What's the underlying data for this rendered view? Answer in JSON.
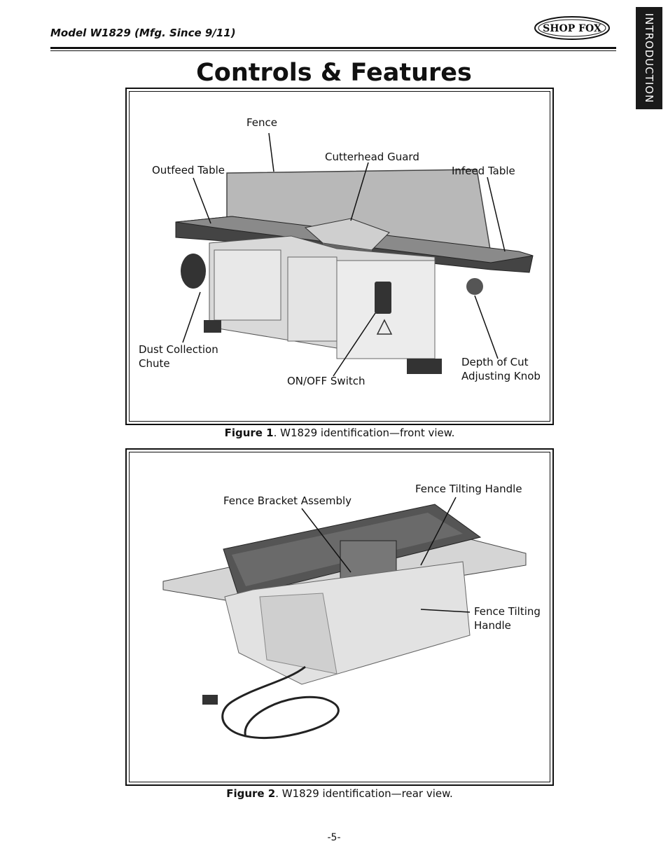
{
  "header": {
    "model_text": "Model W1829 (Mfg. Since 9/11)",
    "logo_text": "SHOP FOX",
    "section_tab": "INTRODUCTION"
  },
  "page_title": "Controls & Features",
  "figure1": {
    "labels": {
      "fence": "Fence",
      "cutterhead_guard": "Cutterhead Guard",
      "outfeed_table": "Outfeed Table",
      "infeed_table": "Infeed Table",
      "dust_collection_1": "Dust Collection",
      "dust_collection_2": "Chute",
      "on_off_switch": "ON/OFF Switch",
      "depth_knob_1": "Depth of Cut",
      "depth_knob_2": "Adjusting Knob"
    },
    "caption_bold": "Figure 1",
    "caption_rest": ". W1829 identification—front view."
  },
  "figure2": {
    "labels": {
      "fence_bracket": "Fence Bracket Assembly",
      "fence_tilting_top": "Fence Tilting Handle",
      "fence_tilting_1": "Fence Tilting",
      "fence_tilting_2": "Handle"
    },
    "caption_bold": "Figure 2",
    "caption_rest": ". W1829 identification—rear view."
  },
  "page_number": "-5-"
}
